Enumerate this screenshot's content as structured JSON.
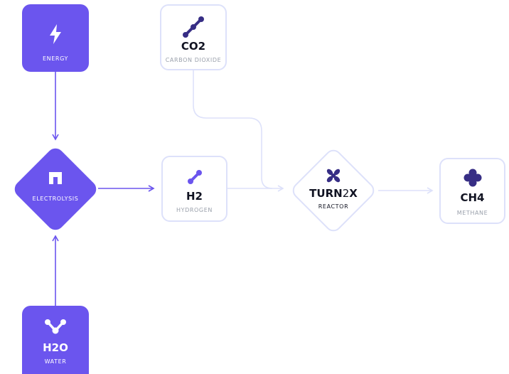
{
  "colors": {
    "accent": "#6b55ee",
    "outline": "#dde1fa",
    "text_dark": "#111322",
    "text_muted": "#9aa0ab"
  },
  "nodes": {
    "energy": {
      "label": "ENERGY",
      "icon": "lightning-bolt-icon"
    },
    "co2": {
      "formula": "CO2",
      "label": "CARBON DIOXIDE",
      "icon": "molecule-icon"
    },
    "electrolysis": {
      "label": "ELECTROLYSIS",
      "icon": "arch-icon"
    },
    "h2": {
      "formula": "H2",
      "label": "HYDROGEN",
      "icon": "molecule-icon"
    },
    "reactor": {
      "formula_main": "TURN",
      "formula_sub": "2",
      "formula_tail": "X",
      "label": "REACTOR",
      "icon": "four-petal-icon"
    },
    "ch4": {
      "formula": "CH4",
      "label": "METHANE",
      "icon": "cross-molecule-icon"
    },
    "water": {
      "formula": "H2O",
      "label": "WATER",
      "icon": "water-molecule-icon"
    }
  }
}
